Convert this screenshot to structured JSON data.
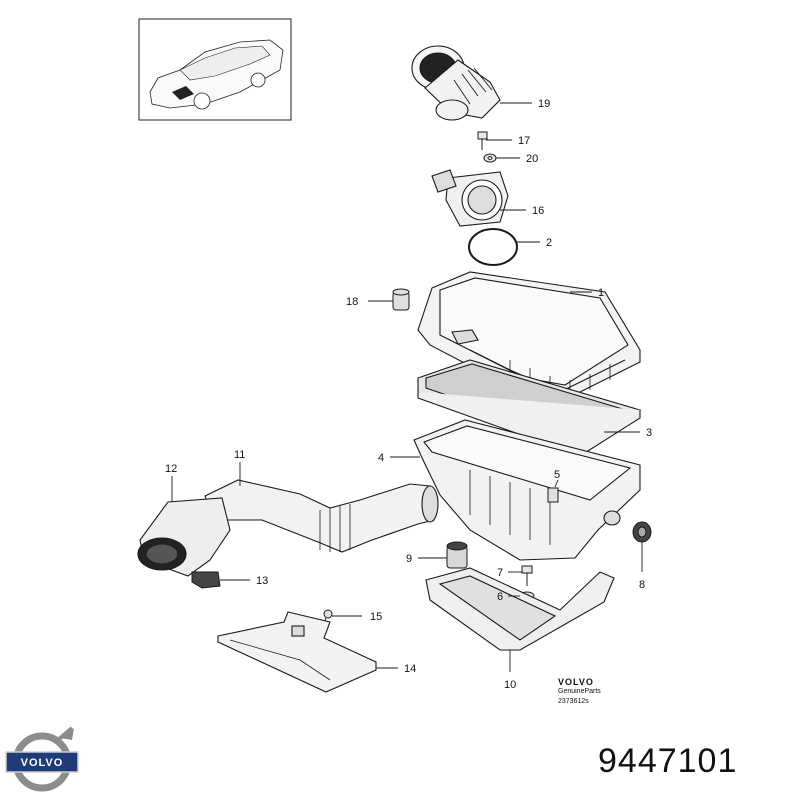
{
  "diagram": {
    "callouts": [
      {
        "num": "19"
      },
      {
        "num": "17"
      },
      {
        "num": "20"
      },
      {
        "num": "16"
      },
      {
        "num": "2"
      },
      {
        "num": "18"
      },
      {
        "num": "1"
      },
      {
        "num": "3"
      },
      {
        "num": "4"
      },
      {
        "num": "5"
      },
      {
        "num": "12"
      },
      {
        "num": "11"
      },
      {
        "num": "13"
      },
      {
        "num": "9"
      },
      {
        "num": "7"
      },
      {
        "num": "6"
      },
      {
        "num": "8"
      },
      {
        "num": "15"
      },
      {
        "num": "14"
      },
      {
        "num": "10"
      }
    ],
    "brand": {
      "name": "VOLVO",
      "line2": "GenuineParts",
      "drawing_id": "2373612s"
    },
    "logo_text": "VOLVO",
    "part_number": "9447101"
  },
  "colors": {
    "line": "#1a1a1a",
    "fill": "#f2f2f2",
    "shade": "#cfcfcf",
    "logo_blue": "#1f3c78",
    "logo_ring": "#8c8c8c"
  }
}
